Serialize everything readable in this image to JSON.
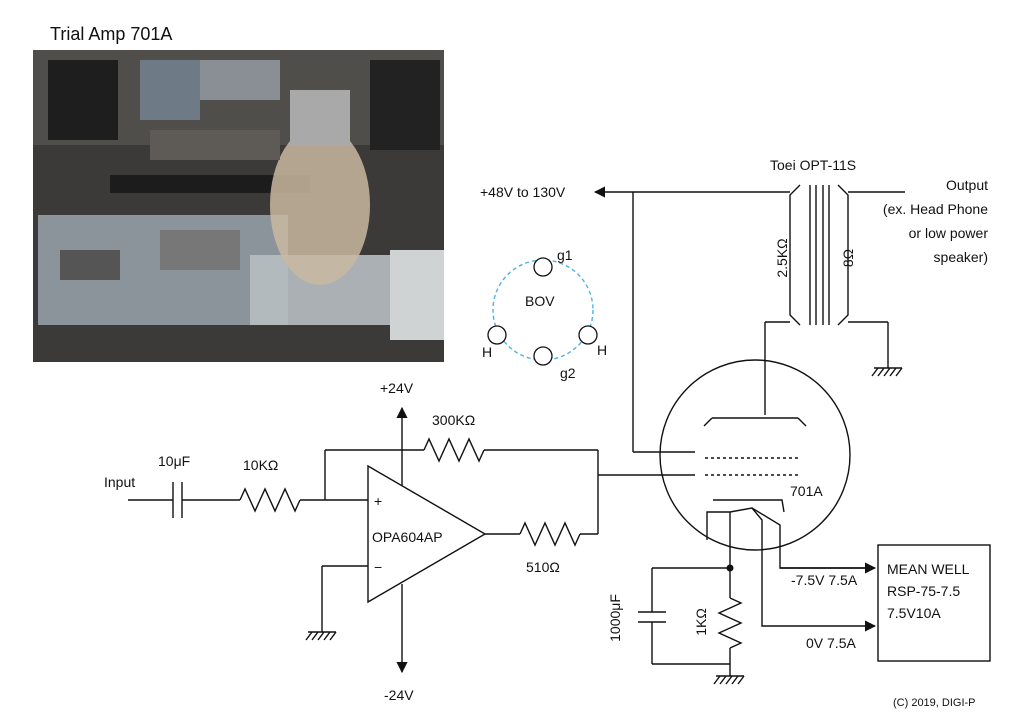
{
  "title": "Trial Amp 701A",
  "copyright": "(C) 2019, DIGI-P",
  "socket": {
    "center": "BOV",
    "g1": "g1",
    "g2": "g2",
    "h_left": "H",
    "h_right": "H"
  },
  "transformer": {
    "name": "Toei OPT-11S",
    "primary": "2.5KΩ",
    "secondary": "8Ω",
    "output_lines": [
      "Output",
      "(ex. Head Phone",
      "or low power",
      "speaker)"
    ]
  },
  "supply": {
    "b_plus": "+48V to 130V",
    "op_pos": "+24V",
    "op_neg": "-24V",
    "meanwell_lines": [
      "MEAN WELL",
      "RSP-75-7.5",
      "7.5V10A"
    ],
    "fil_neg": "-7.5V 7.5A",
    "fil_zero": "0V 7.5A"
  },
  "parts": {
    "input": "Input",
    "cin": "10μF",
    "rin": "10KΩ",
    "rfb": "300KΩ",
    "rout": "510Ω",
    "opamp": "OPA604AP",
    "plus": "+",
    "minus": "−",
    "tube": "701A",
    "cap_k": "1000μF",
    "rk": "1KΩ"
  }
}
